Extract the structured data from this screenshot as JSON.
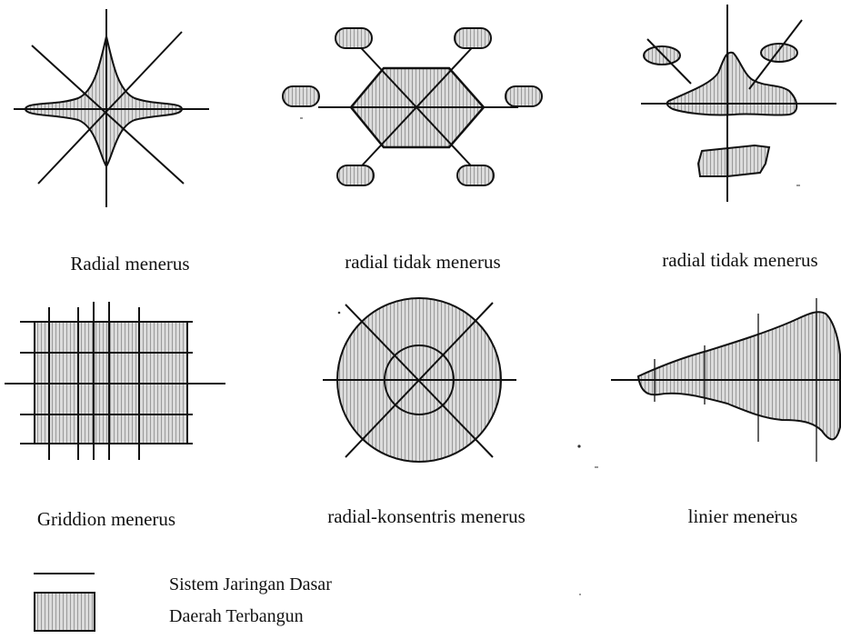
{
  "captions": {
    "radial_menerus": "Radial menerus",
    "radial_tidak_menerus_1": "radial tidak menerus",
    "radial_tidak_menerus_2": "radial tidak menerus",
    "griddion_menerus": "Griddion menerus",
    "radial_konsentris_menerus": "radial-konsentris menerus",
    "linier_menerus": "linier menerus"
  },
  "legend": {
    "line_label": "Sistem Jaringan Dasar",
    "area_label": "Daerah Terbangun"
  },
  "colors": {
    "stroke": "#111111",
    "fill": "#d4d4d4",
    "hatch": "#9a9a9a"
  }
}
